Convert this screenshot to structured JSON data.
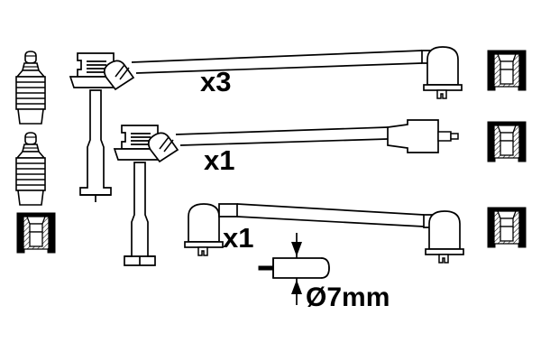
{
  "diagram": {
    "title": "Ignition cable set assembly drawing",
    "background_color": "#ffffff",
    "line_color": "#000000",
    "quantity_labels": [
      {
        "id": "cable-top",
        "text": "x3"
      },
      {
        "id": "cable-middle",
        "text": "x1"
      },
      {
        "id": "cable-bottom",
        "text": "x1"
      }
    ],
    "dimension_labels": [
      {
        "id": "wire-diameter",
        "text": "Ø7mm"
      }
    ],
    "left_column_parts": [
      {
        "id": "rubber-boot-upper",
        "name": "ribbed-rubber-boot"
      },
      {
        "id": "rubber-boot-lower",
        "name": "ribbed-rubber-boot"
      },
      {
        "id": "connector-section-left",
        "name": "sectioned-connector-boot"
      }
    ],
    "right_column_parts": [
      {
        "id": "connector-section-right-1",
        "name": "sectioned-connector-boot"
      },
      {
        "id": "connector-section-right-2",
        "name": "sectioned-connector-boot"
      },
      {
        "id": "connector-section-right-3",
        "name": "sectioned-connector-boot"
      }
    ],
    "cables": [
      {
        "id": "cable-top",
        "left_end": "coil-tower-boot",
        "right_end": "right-angle-plug-boot"
      },
      {
        "id": "cable-middle",
        "left_end": "coil-tower-boot",
        "right_end": "straight-plug-boot"
      },
      {
        "id": "cable-bottom",
        "left_end": "right-angle-plug-boot",
        "right_end": "right-angle-plug-boot"
      }
    ],
    "wire_sample": {
      "id": "wire-sample",
      "name": "cable-cross-section-sample"
    }
  }
}
